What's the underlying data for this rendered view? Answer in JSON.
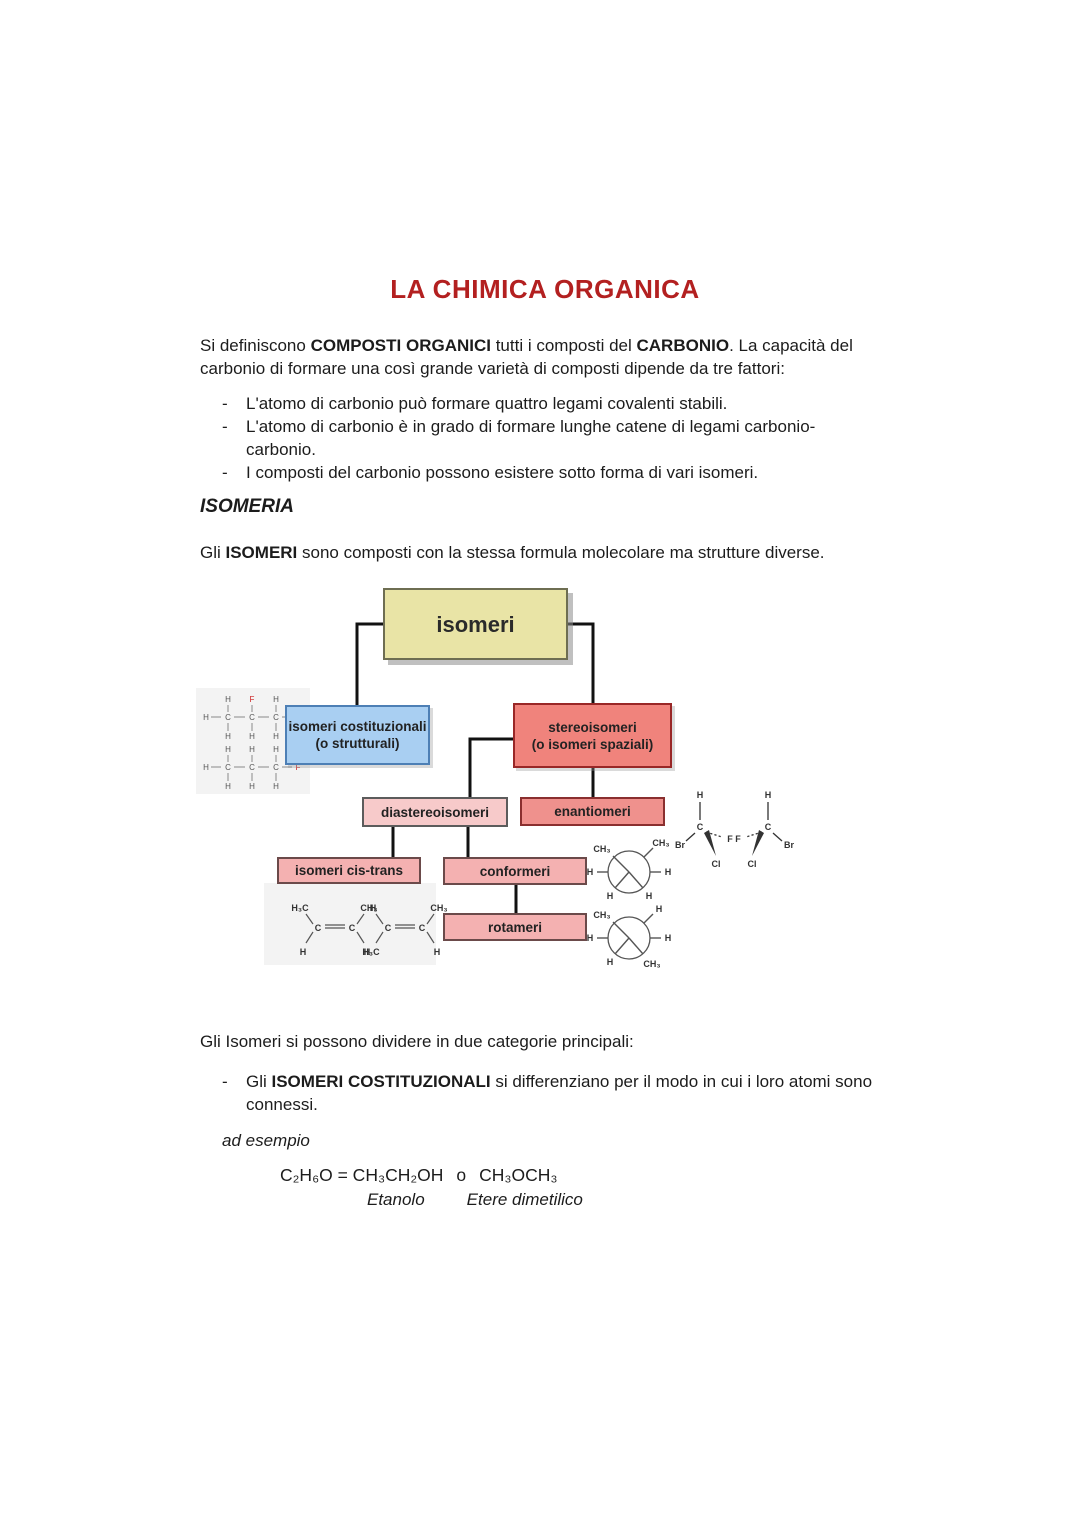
{
  "colors": {
    "title-red": "#b32020",
    "box-yellow": "#e9e4a6",
    "box-yellow-border": "#6e6e52",
    "box-blue": "#a9cff2",
    "box-blue-border": "#4d7fb5",
    "box-red": "#f0837c",
    "box-red-border": "#992727",
    "box-pink-light": "#f7caca",
    "box-pink-light-border": "#5c5c5c",
    "box-enantiomer": "#ef918d",
    "box-enantiomer-border": "#8a2f2f",
    "box-pink": "#f4b1b1",
    "box-pink-border": "#6b4a4a"
  },
  "page": {
    "title": "LA CHIMICA ORGANICA"
  },
  "intro": {
    "part1": "Si definiscono ",
    "bold1": "COMPOSTI ORGANICI",
    "part2": " tutti i composti del ",
    "bold2": "CARBONIO",
    "part3": ". La capacità del carbonio di formare una così grande varietà di composti dipende da tre fattori:"
  },
  "factors": {
    "dash": "-",
    "item1": "L'atomo di carbonio può formare quattro legami covalenti stabili.",
    "item2": "L'atomo di carbonio è in grado di formare lunghe catene di legami carbonio-carbonio.",
    "item3": "I composti del carbonio possono esistere sotto forma di vari isomeri."
  },
  "isomeria": {
    "heading": "ISOMERIA",
    "intro_part1": "Gli ",
    "intro_bold": "ISOMERI",
    "intro_part2": " sono composti con la stessa formula molecolare ma strutture diverse."
  },
  "diagram": {
    "root": "isomeri",
    "constitutional_line1": "isomeri costituzionali",
    "constitutional_line2": "(o strutturali)",
    "stereo_line1": "stereoisomeri",
    "stereo_line2": "(o isomeri spaziali)",
    "diastereomers": "diastereoisomeri",
    "enantiomers": "enantiomeri",
    "cis_trans": "isomeri cis-trans",
    "conformers": "conformeri",
    "rotamers": "rotameri"
  },
  "categories": {
    "intro": "Gli Isomeri si possono dividere in due categorie principali:",
    "dash": "-",
    "item1_part1": "Gli ",
    "item1_bold": "ISOMERI COSTITUZIONALI",
    "item1_part2": " si differenziano per il modo in cui i loro atomi sono connessi."
  },
  "example": {
    "label": "ad esempio",
    "formula_left": "C₂H₆O = CH₃CH₂OH",
    "formula_o": "o",
    "formula_right": "CH₃OCH₃",
    "name1": "Etanolo",
    "name2": "Etere dimetilico"
  },
  "atoms": {
    "h": "H",
    "c": "C",
    "f": "F",
    "br": "Br",
    "cl": "Cl",
    "ch3": "CH₃",
    "h3c": "H₃C"
  }
}
